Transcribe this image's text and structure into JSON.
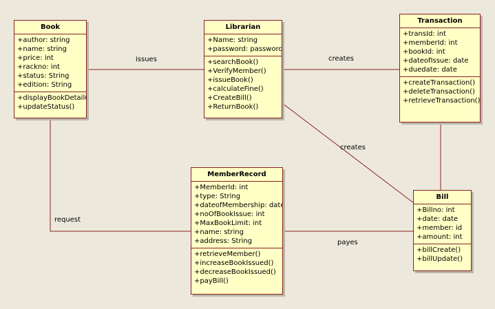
{
  "classes": {
    "book": {
      "name": "Book",
      "attributes": [
        "+author: string",
        "+name: string",
        "+price: int",
        "+rackno: int",
        "+status: String",
        "+edition: String"
      ],
      "operations": [
        "+displayBookDetail()",
        "+updateStatus()"
      ]
    },
    "librarian": {
      "name": "Librarian",
      "attributes": [
        "+Name: string",
        "+password: password"
      ],
      "operations": [
        "+searchBook()",
        "+VerifyMember()",
        "+issueBook()",
        "+calculateFine()",
        "+CreateBill()",
        "+ReturnBook()"
      ]
    },
    "transaction": {
      "name": "Transaction",
      "attributes": [
        "+transId: int",
        "+memberId: int",
        "+bookId: int",
        "+dateofIssue: date",
        "+duedate: date"
      ],
      "operations": [
        "+createTransaction()",
        "+deleteTransaction()",
        "+retrieveTransaction()"
      ]
    },
    "memberrecord": {
      "name": "MemberRecord",
      "attributes": [
        "+MemberId: int",
        "+type: String",
        "+dateofMembership: date",
        "+noOfBookIssue: int",
        "+MaxBookLimit: int",
        "+name: string",
        "+address: String"
      ],
      "operations": [
        "+retrieveMember()",
        "+increaseBookIssued()",
        "+decreaseBookIssued()",
        "+payBill()"
      ]
    },
    "bill": {
      "name": "Bill",
      "attributes": [
        "+Billno: int",
        "+date: date",
        "+member: id",
        "+amount: int"
      ],
      "operations": [
        "+billCreate()",
        "+billUpdate()"
      ]
    }
  },
  "associations": {
    "issues": "issues",
    "creates_transaction": "creates",
    "creates_bill": "creates",
    "request": "request",
    "payes": "payes"
  },
  "colors": {
    "box_fill": "#ffffc6",
    "border": "#8b2020",
    "background": "#ece9dc"
  }
}
